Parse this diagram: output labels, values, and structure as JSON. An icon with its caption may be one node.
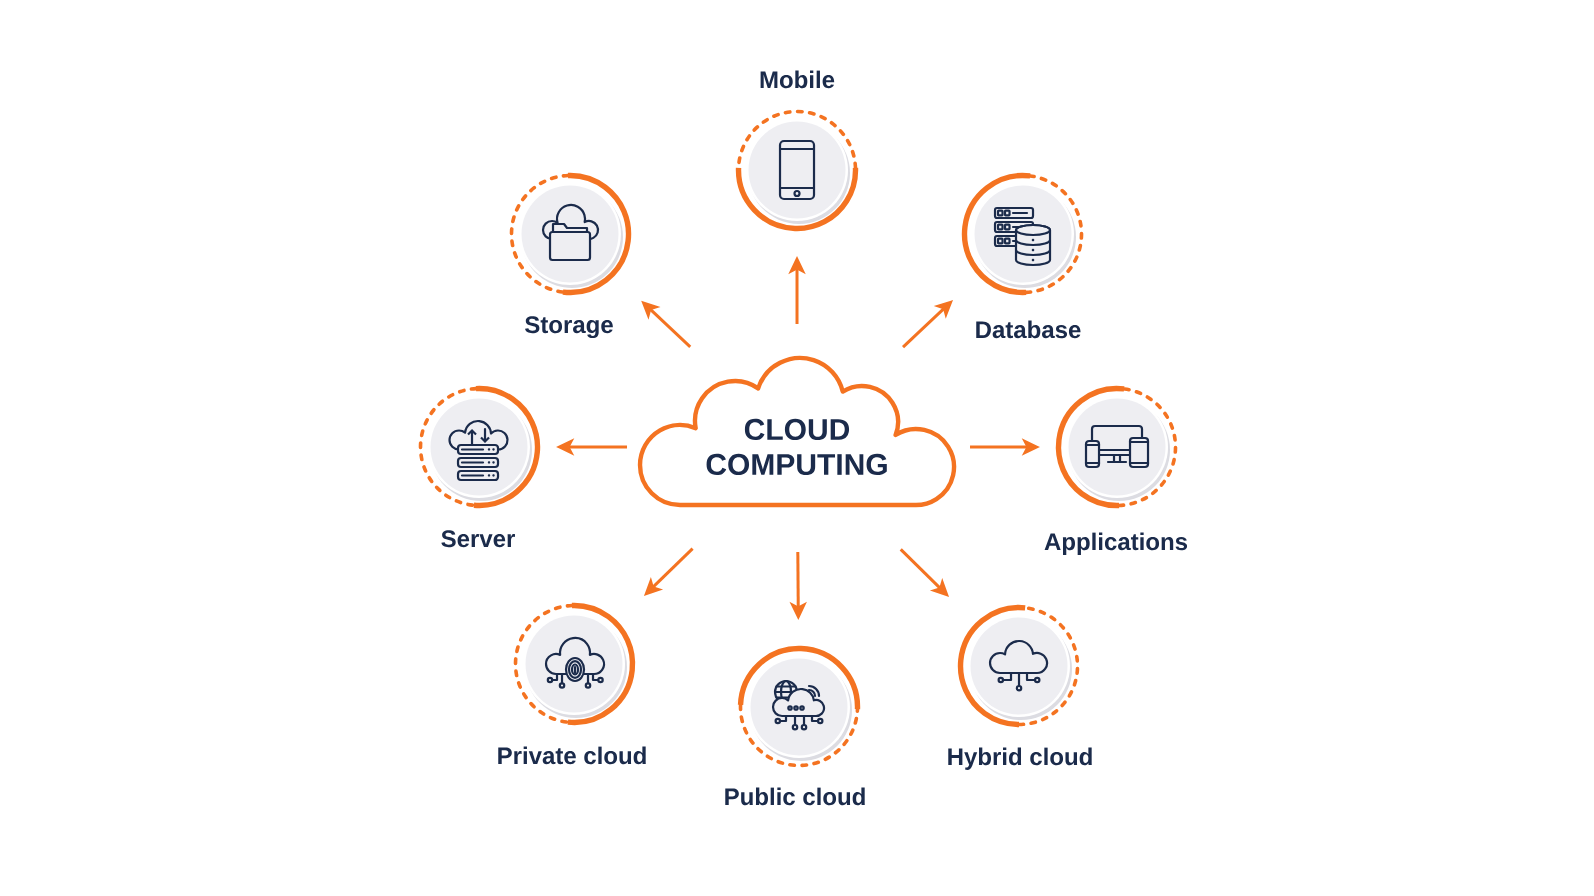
{
  "diagram": {
    "nodes": [
      {
        "text": [
          "CLOUD COMPUTING"
        ]
      },
      {
        "text": [
          "Mobile"
        ]
      },
      {
        "text": [
          "Storage"
        ]
      },
      {
        "text": [
          "Database"
        ]
      },
      {
        "text": [
          "Server"
        ]
      },
      {
        "text": [
          "Applications"
        ]
      },
      {
        "text": [
          "Private cloud"
        ]
      },
      {
        "text": [
          "Public cloud"
        ]
      },
      {
        "text": [
          "Hybrid cloud"
        ]
      }
    ],
    "edges": [
      {
        "from": 0,
        "to": 1,
        "arrow": "to"
      },
      {
        "from": 0,
        "to": 2,
        "arrow": "to"
      },
      {
        "from": 0,
        "to": 3,
        "arrow": "to"
      },
      {
        "from": 0,
        "to": 4,
        "arrow": "to"
      },
      {
        "from": 0,
        "to": 5,
        "arrow": "to"
      },
      {
        "from": 0,
        "to": 6,
        "arrow": "to"
      },
      {
        "from": 0,
        "to": 7,
        "arrow": "to"
      },
      {
        "from": 0,
        "to": 8,
        "arrow": "to"
      }
    ]
  }
}
